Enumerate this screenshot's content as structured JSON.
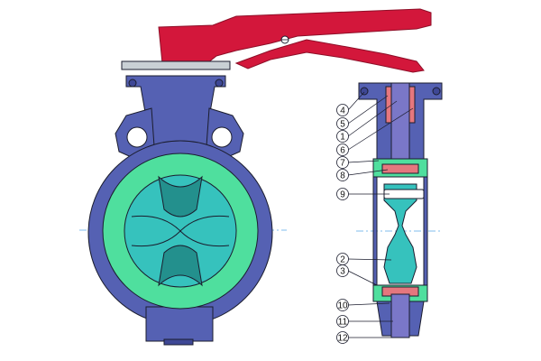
{
  "colors": {
    "body": "#5561b3",
    "body_dark": "#3e4795",
    "liner": "#4fdf9e",
    "disc": "#36c2bd",
    "disc_dark": "#23908d",
    "handle": "#d3173b",
    "handle_dark": "#8e0f28",
    "plate": "#c9d0d5",
    "stem": "#7a77c8",
    "seal": "#e5777e",
    "centerline": "#5aa7e8",
    "outline": "#1b1d2e"
  },
  "icons": {
    "valve_front_view": "butterfly-valve-front-view",
    "valve_section_view": "butterfly-valve-section-view",
    "lever_handle": "lever-handle"
  },
  "callouts": [
    {
      "label": "4"
    },
    {
      "label": "5"
    },
    {
      "label": "1"
    },
    {
      "label": "6"
    },
    {
      "label": "7"
    },
    {
      "label": "8"
    },
    {
      "label": "9"
    },
    {
      "label": "2"
    },
    {
      "label": "3"
    },
    {
      "label": "10"
    },
    {
      "label": "11"
    },
    {
      "label": "12"
    }
  ]
}
